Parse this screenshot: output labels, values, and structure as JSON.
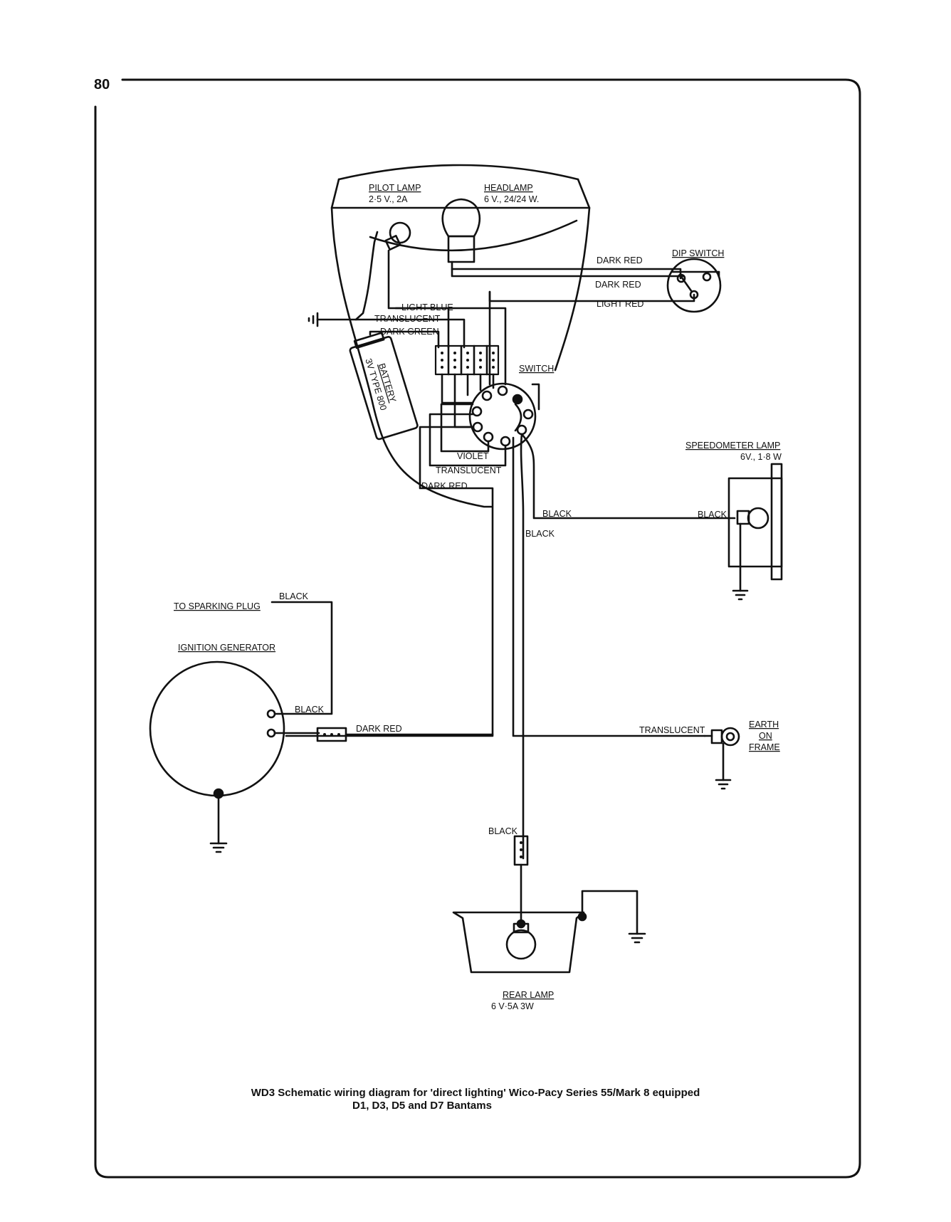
{
  "page": {
    "number": "80"
  },
  "caption": {
    "line1": "WD3 Schematic wiring diagram for 'direct lighting' Wico-Pacy Series 55/Mark 8 equipped",
    "line2": "D1, D3, D5 and D7 Bantams"
  },
  "components": {
    "pilot_lamp": {
      "name": "PILOT LAMP",
      "rating": "2·5 V., 2A"
    },
    "headlamp": {
      "name": "HEADLAMP",
      "rating": "6 V., 24/24 W."
    },
    "dip_switch": {
      "name": "DIP SWITCH"
    },
    "switch": {
      "name": "SWITCH"
    },
    "battery": {
      "line1": "BATTERY",
      "line2": "3V TYPE 800"
    },
    "speedometer_lamp": {
      "name": "SPEEDOMETER LAMP",
      "rating": "6V., 1·8 W"
    },
    "sparking_plug": {
      "name": "TO SPARKING PLUG"
    },
    "ignition_generator": {
      "name": "IGNITION GENERATOR"
    },
    "earth": {
      "line1": "EARTH",
      "line2": "ON",
      "line3": "FRAME"
    },
    "rear_lamp": {
      "name": "REAR LAMP",
      "rating": "6 V·5A  3W"
    }
  },
  "wires": {
    "dark_red_1": "DARK RED",
    "dark_red_2": "DARK RED",
    "light_red": "LIGHT RED",
    "light_blue": "LIGHT BLUE",
    "translucent_top": "TRANSLUCENT",
    "dark_green": "DARK GREEN",
    "violet": "VIOLET",
    "translucent_mid": "TRANSLUCENT",
    "dark_red_mid": "DARK RED",
    "black_speedo_left": "BLACK",
    "black_speedo_right": "BLACK",
    "black_down": "BLACK",
    "black_plug": "BLACK",
    "black_gen": "BLACK",
    "dark_red_gen": "DARK RED",
    "translucent_earth": "TRANSLUCENT",
    "black_rear": "BLACK"
  }
}
